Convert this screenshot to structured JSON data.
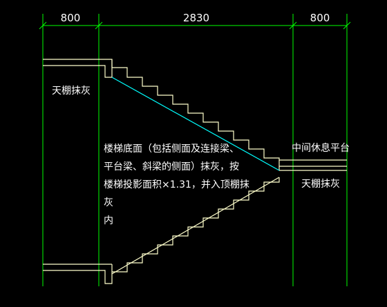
{
  "dimensions": {
    "left": "800",
    "middle": "2830",
    "right": "800"
  },
  "labels": {
    "ceiling_left": "天棚抹灰",
    "mid_platform": "中间休息平台",
    "ceiling_right": "天棚抹灰",
    "description": "楼梯底面（包括侧面及连接梁、\n平台梁、斜梁的侧面）抹灰，按\n楼梯投影面积×1.31，并入顶棚抹灰\n内"
  },
  "colors": {
    "background": "#000000",
    "dimension_line": "#00ff00",
    "stair_line": "#ffffcc",
    "slope_line": "#00ffff",
    "text": "#ffffff"
  }
}
